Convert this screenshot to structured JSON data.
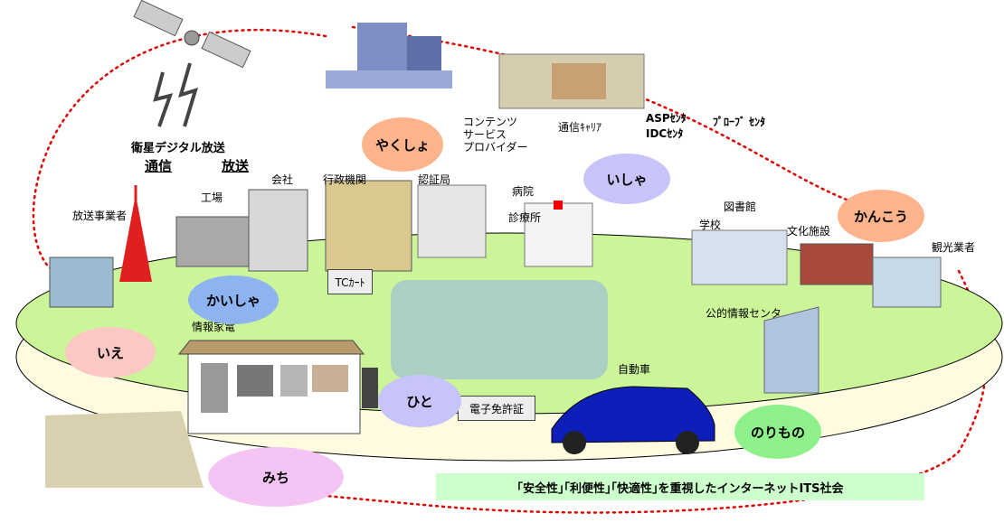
{
  "labels": {
    "satellite": "衛星デジタル放送",
    "comm": "通信",
    "broadcast": "放送",
    "contents_1": "コンテンツ",
    "contents_2": "サービス",
    "contents_3": "プロバイダー",
    "carrier": "通信ｷｬﾘｱ",
    "asp": "ASPｾﾝﾀ",
    "idc": "IDCｾﾝﾀ",
    "probe": "ﾌﾟﾛｰﾌﾞ ｾﾝﾀ",
    "broadcaster": "放送事業者",
    "factory": "工場",
    "company": "会社",
    "gov": "行政機関",
    "cert": "認証局",
    "hospital": "病院",
    "clinic": "診療所",
    "library": "図書館",
    "school": "学校",
    "culture": "文化施設",
    "tourism": "観光業者",
    "public_info": "公的情報センタ",
    "appliance": "情報家電",
    "car": "自動車",
    "tc_card": "TCｶｰﾄ",
    "license": "電子免許証"
  },
  "bubbles": {
    "yakusho": "やくしょ",
    "isha": "いしゃ",
    "kankou": "かんこう",
    "kaisha": "かいしゃ",
    "ie": "いえ",
    "hito": "ひと",
    "norimono": "のりもの",
    "michi": "みち"
  },
  "banner": "｢安全性｣｢利便性｣｢快適性｣を重視したインターネットITS社会",
  "colors": {
    "ground": "#ccf599",
    "dotted_ring": "#e00000",
    "banner_bg": "#ccffcc"
  }
}
